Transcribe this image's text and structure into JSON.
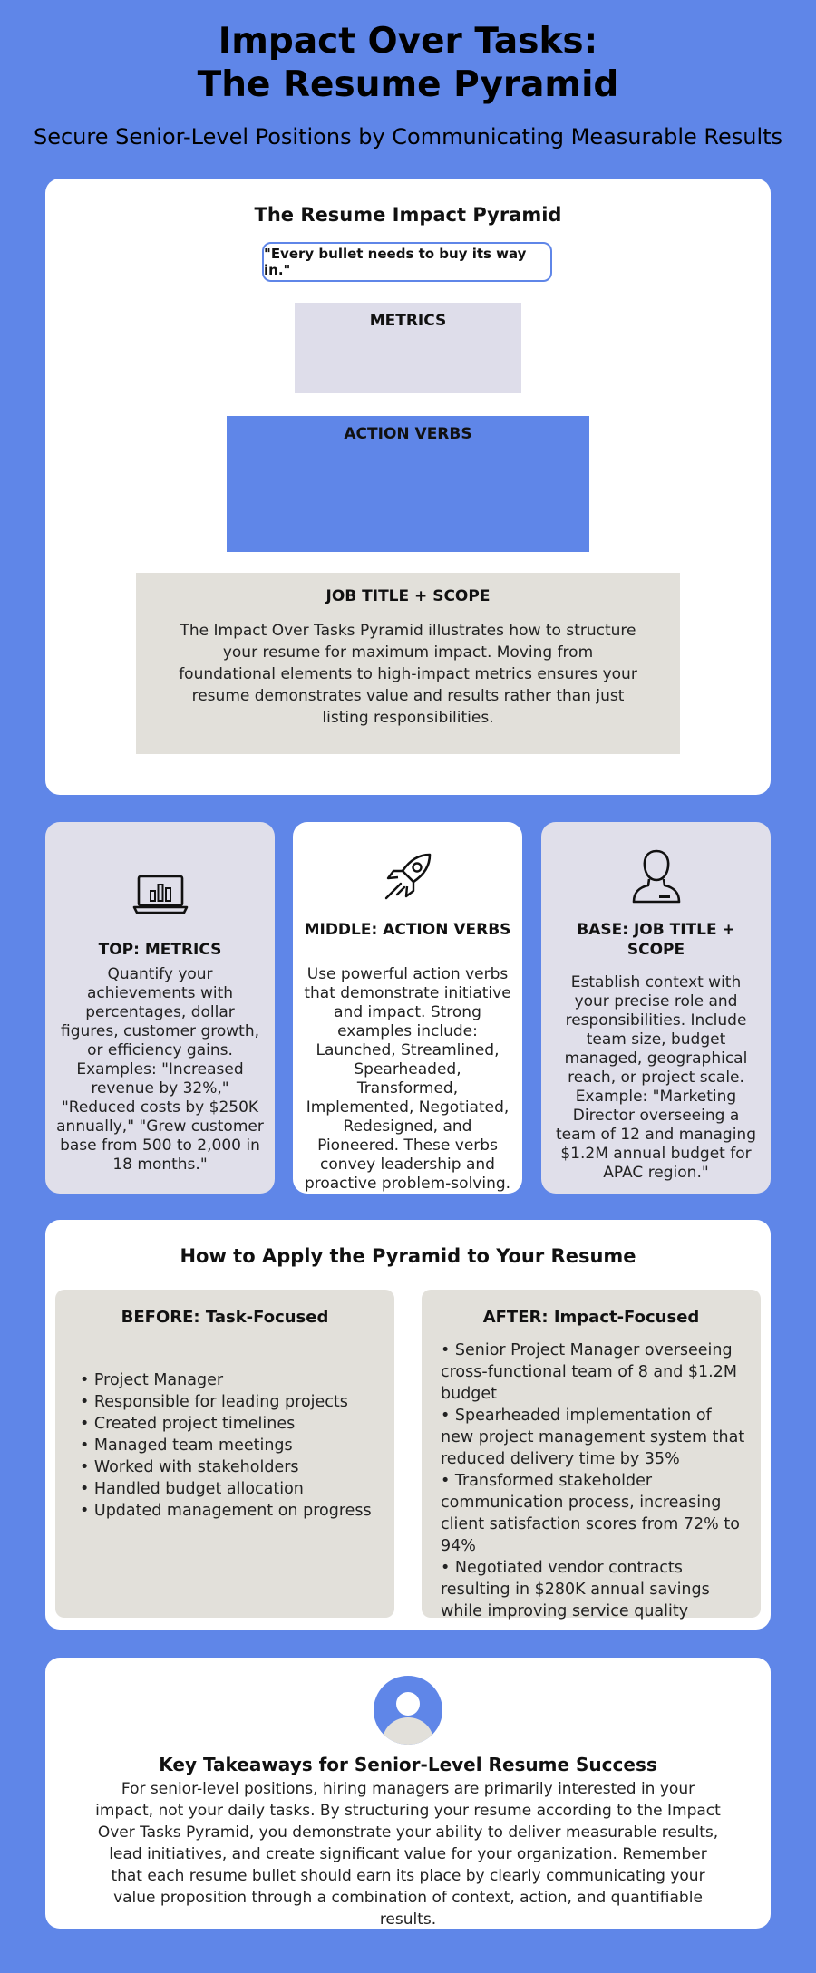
{
  "header": {
    "title_line1": "Impact Over Tasks:",
    "title_line2": "The Resume Pyramid",
    "subtitle": "Secure Senior-Level Positions by Communicating Measurable Results"
  },
  "pyramid": {
    "title": "The Resume Impact Pyramid",
    "quote": "\"Every bullet needs to buy its way in.\"",
    "tiers": {
      "metrics": "METRICS",
      "verbs": "ACTION VERBS",
      "base": "JOB TITLE + SCOPE"
    },
    "description": "The Impact Over Tasks Pyramid illustrates how to structure your resume for maximum impact. Moving from foundational elements to high-impact metrics ensures your resume demonstrates value and results rather than just listing responsibilities."
  },
  "columns": {
    "top": {
      "icon": "laptop-chart-icon",
      "heading": "TOP: METRICS",
      "body": "Quantify your achievements with percentages, dollar figures, customer growth, or efficiency gains. Examples: \"Increased revenue by 32%,\" \"Reduced costs by $250K annually,\" \"Grew customer base from 500 to 2,000 in 18 months.\""
    },
    "middle": {
      "icon": "rocket-icon",
      "heading": "MIDDLE: ACTION VERBS",
      "body": "Use powerful action verbs that demonstrate initiative and impact. Strong examples include: Launched, Streamlined, Spearheaded, Transformed, Implemented, Negotiated, Redesigned, and Pioneered. These verbs convey leadership and proactive problem-solving."
    },
    "base": {
      "icon": "person-icon",
      "heading": "BASE: JOB TITLE + SCOPE",
      "body": "Establish context with your precise role and responsibilities. Include team size, budget managed, geographical reach, or project scale. Example: \"Marketing Director overseeing a team of 12 and managing $1.2M annual budget for APAC region.\""
    }
  },
  "apply": {
    "title": "How to Apply the Pyramid to Your Resume",
    "before": {
      "heading": "BEFORE: Task-Focused",
      "items": [
        "• Project Manager",
        "• Responsible for leading projects",
        "• Created project timelines",
        "• Managed team meetings",
        "• Worked with stakeholders",
        "• Handled budget allocation",
        "• Updated management on progress"
      ]
    },
    "after": {
      "heading": "AFTER: Impact-Focused",
      "items": [
        "• Senior Project Manager overseeing cross-functional team of 8 and $1.2M budget",
        "• Spearheaded implementation of new project management system that reduced delivery time by 35%",
        "• Transformed stakeholder communication process, increasing client satisfaction scores from 72% to 94%",
        "• Negotiated vendor contracts resulting in $280K annual savings while improving service quality"
      ]
    }
  },
  "takeaways": {
    "icon": "avatar-icon",
    "title": "Key Takeaways for Senior-Level Resume Success",
    "body": "For senior-level positions, hiring managers are primarily interested in your impact, not your daily tasks. By structuring your resume according to the Impact Over Tasks Pyramid, you demonstrate your ability to deliver measurable results, lead initiatives, and create significant value for your organization. Remember that each resume bullet should earn its place by clearly communicating your value proposition through a combination of context, action, and quantifiable results."
  },
  "colors": {
    "background": "#5f86e8",
    "card": "#ffffff",
    "tier_metrics": "#deddea",
    "tier_verbs": "#5f86e8",
    "tier_base": "#e2e0da"
  }
}
